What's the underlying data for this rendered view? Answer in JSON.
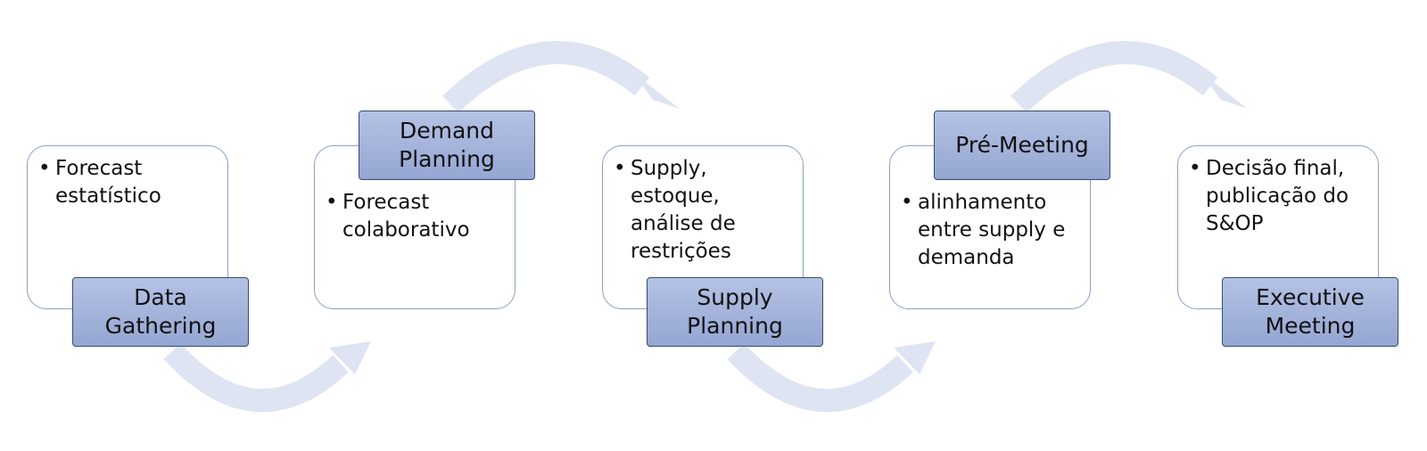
{
  "colors": {
    "panel_border": "#8aa1c4",
    "label_fill": "#a4b4dc",
    "label_border": "#3a4a6e",
    "arrow": "#dfe4f2"
  },
  "steps": [
    {
      "title": "Data\nGathering",
      "bullets": [
        "Forecast estatístico"
      ]
    },
    {
      "title": "Demand\nPlanning",
      "bullets": [
        "Forecast colaborativo"
      ]
    },
    {
      "title": "Supply\nPlanning",
      "bullets": [
        "Supply, estoque, análise de restrições"
      ]
    },
    {
      "title": "Pré-Meeting",
      "bullets": [
        "alinhamento entre supply e demanda"
      ]
    },
    {
      "title": "Executive\nMeeting",
      "bullets": [
        "Decisão final, publicação do S&OP"
      ]
    }
  ]
}
